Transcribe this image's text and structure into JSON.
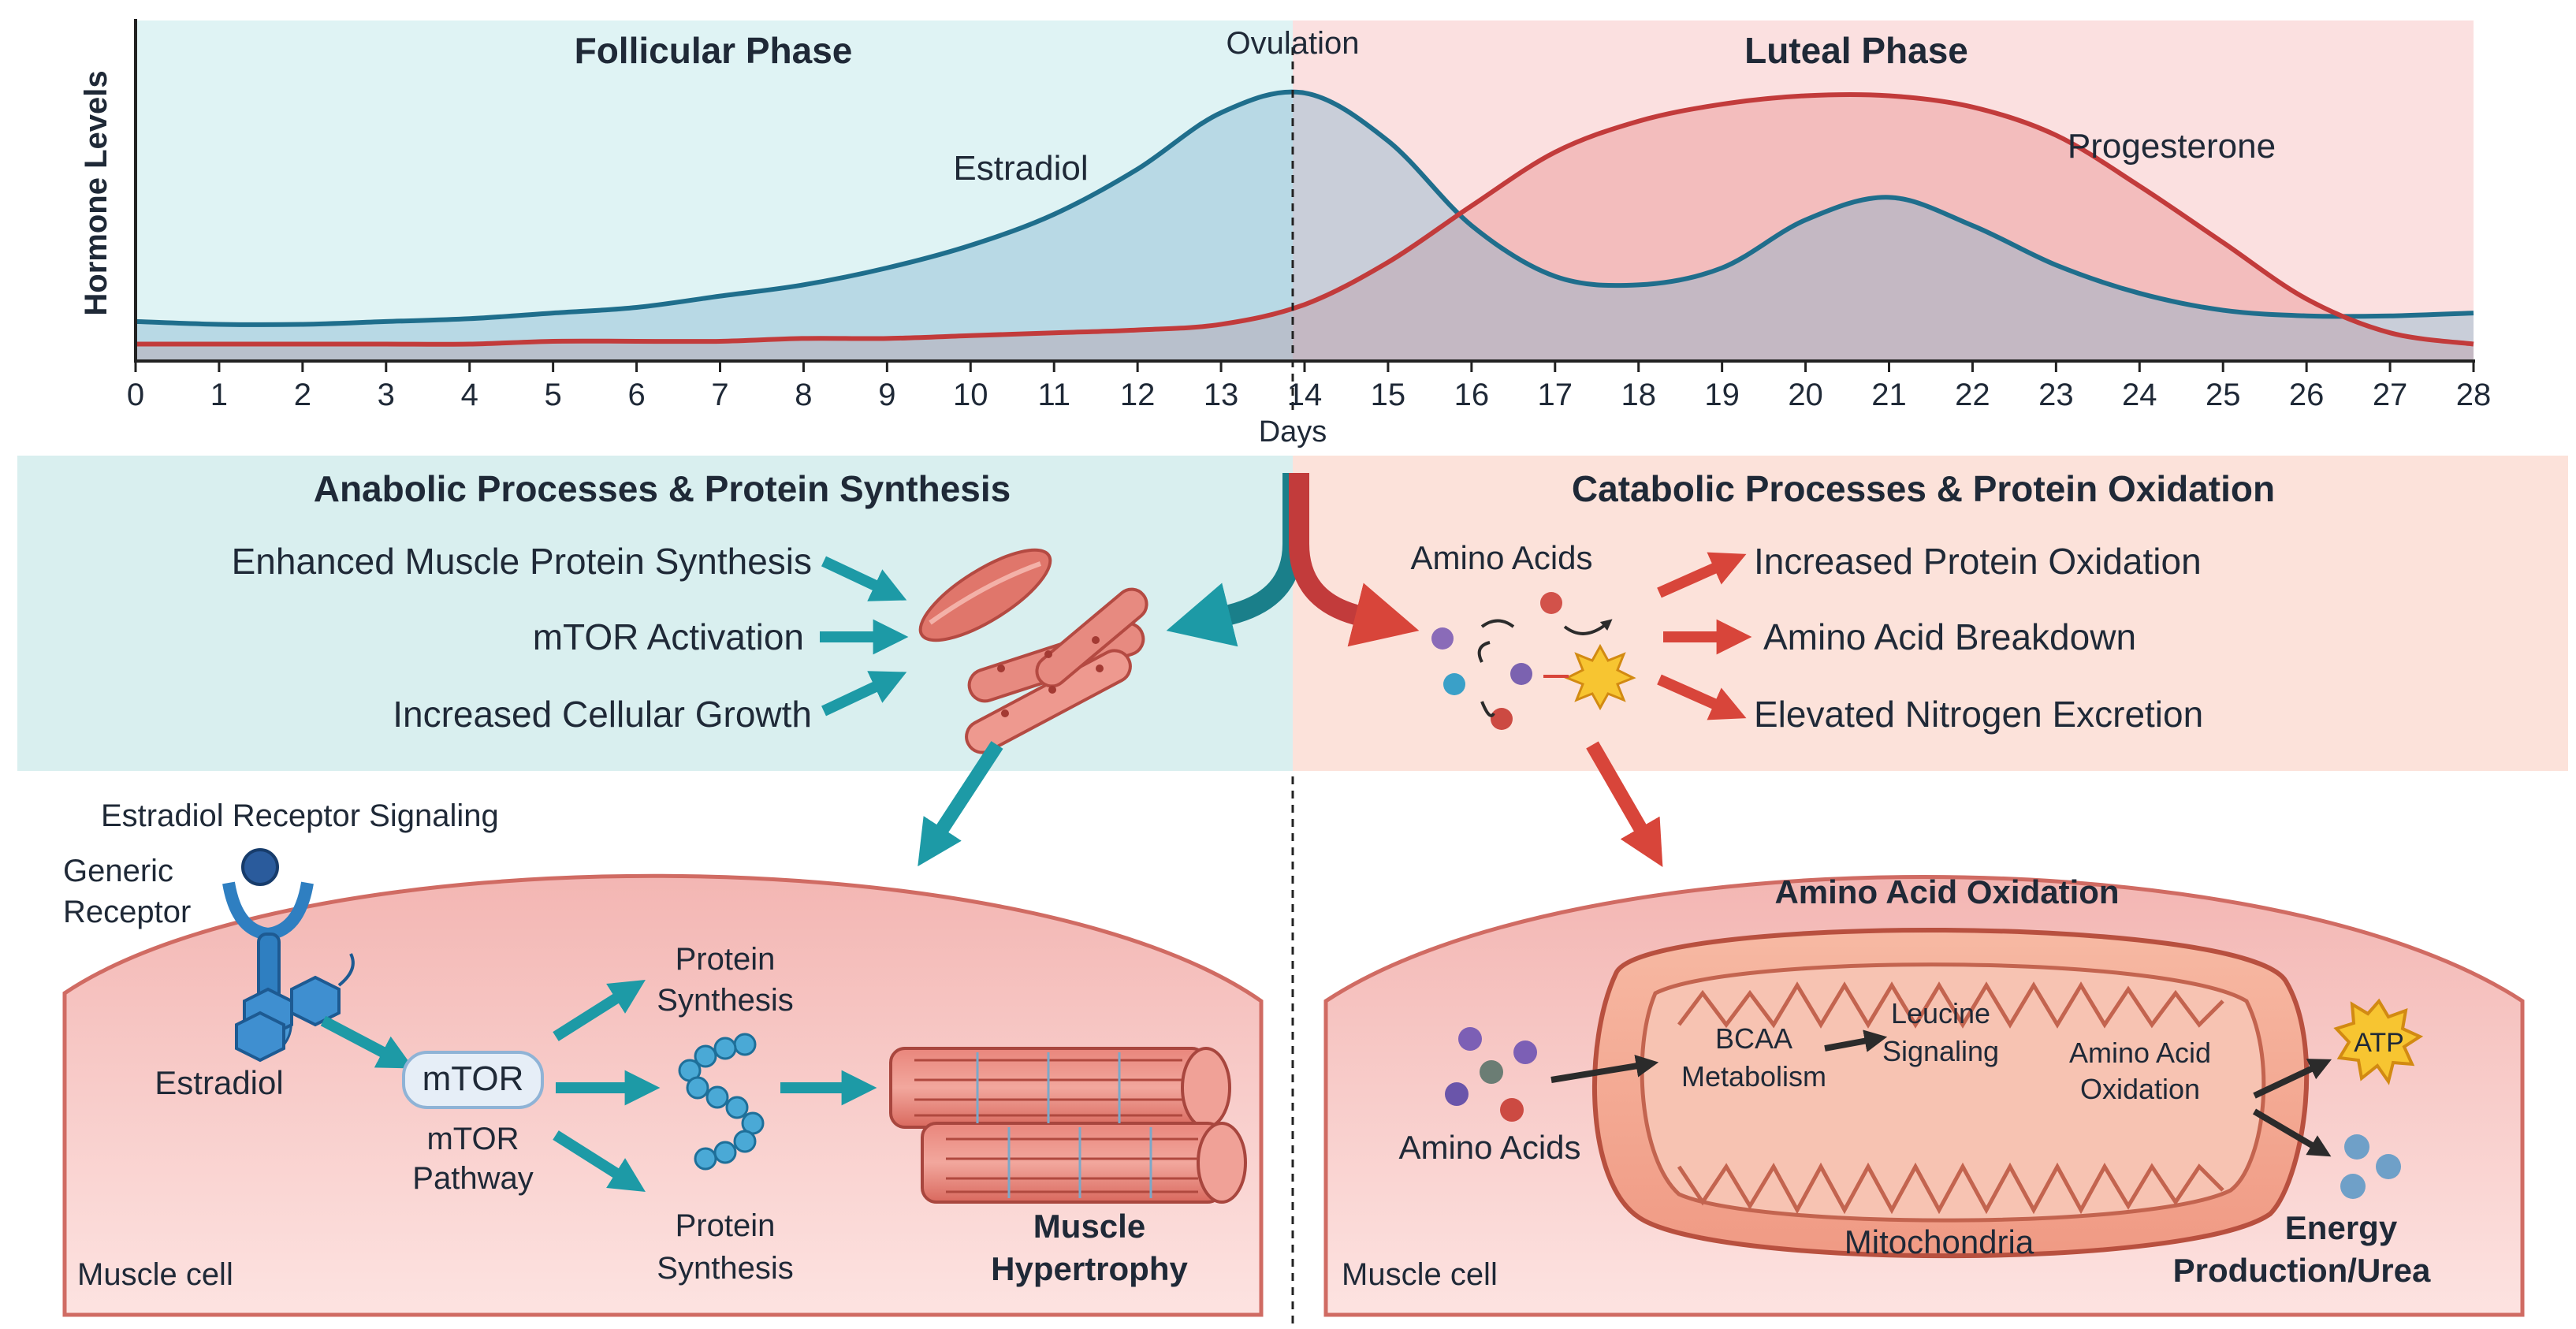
{
  "top_chart": {
    "ylabel": "Hormone Levels",
    "xlabel": "Days",
    "phase_follicular": "Follicular Phase",
    "phase_luteal": "Luteal Phase",
    "ovulation_label": "Ovulation",
    "estradiol_label": "Estradiol",
    "progesterone_label": "Progesterone",
    "x_ticks": [
      "0",
      "1",
      "2",
      "3",
      "4",
      "5",
      "6",
      "7",
      "8",
      "9",
      "10",
      "11",
      "12",
      "13",
      "14",
      "15",
      "16",
      "17",
      "18",
      "19",
      "20",
      "21",
      "22",
      "23",
      "24",
      "25",
      "26",
      "27",
      "28"
    ]
  },
  "chart_data": {
    "type": "area",
    "title": "",
    "xlabel": "Days",
    "ylabel": "Hormone Levels",
    "xlim": [
      0,
      28
    ],
    "x": [
      0,
      1,
      2,
      3,
      4,
      5,
      6,
      7,
      8,
      9,
      10,
      11,
      12,
      13,
      14,
      15,
      16,
      17,
      18,
      19,
      20,
      21,
      22,
      23,
      24,
      25,
      26,
      27,
      28
    ],
    "series": [
      {
        "name": "Estradiol",
        "color": "#1f6e8c",
        "values": [
          0.14,
          0.13,
          0.13,
          0.14,
          0.15,
          0.17,
          0.19,
          0.23,
          0.27,
          0.33,
          0.41,
          0.52,
          0.68,
          0.88,
          0.95,
          0.78,
          0.48,
          0.3,
          0.27,
          0.33,
          0.5,
          0.58,
          0.48,
          0.34,
          0.24,
          0.18,
          0.16,
          0.16,
          0.17
        ]
      },
      {
        "name": "Progesterone",
        "color": "#c23b3b",
        "values": [
          0.06,
          0.06,
          0.06,
          0.06,
          0.06,
          0.07,
          0.07,
          0.07,
          0.08,
          0.08,
          0.09,
          0.1,
          0.11,
          0.13,
          0.2,
          0.35,
          0.55,
          0.74,
          0.85,
          0.91,
          0.94,
          0.94,
          0.9,
          0.8,
          0.62,
          0.42,
          0.22,
          0.1,
          0.06
        ]
      }
    ],
    "grid": false
  },
  "left_panel": {
    "heading": "Anabolic Processes & Protein Synthesis",
    "item1": "Enhanced Muscle Protein Synthesis",
    "item2": "mTOR Activation",
    "item3": "Increased Cellular Growth",
    "color": "#d9efef"
  },
  "right_panel": {
    "heading": "Catabolic Processes & Protein Oxidation",
    "amino_acids": "Amino Acids",
    "item1": "Increased Protein Oxidation",
    "item2": "Amino Acid Breakdown",
    "item3": "Elevated Nitrogen Excretion",
    "color": "#fce2da"
  },
  "left_cell": {
    "receptor_title": "Estradiol Receptor Signaling",
    "generic_receptor_1": "Generic",
    "generic_receptor_2": "Receptor",
    "estradiol": "Estradiol",
    "mtor": "mTOR",
    "mtor_pathway_1": "mTOR",
    "mtor_pathway_2": "Pathway",
    "protein_synth_top_1": "Protein",
    "protein_synth_top_2": "Synthesis",
    "protein_synth_bot_1": "Protein",
    "protein_synth_bot_2": "Synthesis",
    "hypertrophy_1": "Muscle",
    "hypertrophy_2": "Hypertrophy",
    "cell_label": "Muscle cell"
  },
  "right_cell": {
    "title": "Amino Acid Oxidation",
    "amino_acids": "Amino Acids",
    "bcaa_1": "BCAA",
    "bcaa_2": "Metabolism",
    "leucine_1": "Leucine",
    "leucine_2": "Signaling",
    "aao_1": "Amino Acid",
    "aao_2": "Oxidation",
    "atp": "ATP",
    "energy_1": "Energy",
    "energy_2": "Production/Urea",
    "mito": "Mitochondria",
    "cell_label": "Muscle cell"
  },
  "colors": {
    "estradiol": "#1f6e8c",
    "progesterone": "#c23b3b",
    "teal_arrow": "#1d9aa6",
    "red_arrow": "#d8453a",
    "follicular_bg": "#dff3f4",
    "luteal_bg": "#fbe0e0"
  }
}
